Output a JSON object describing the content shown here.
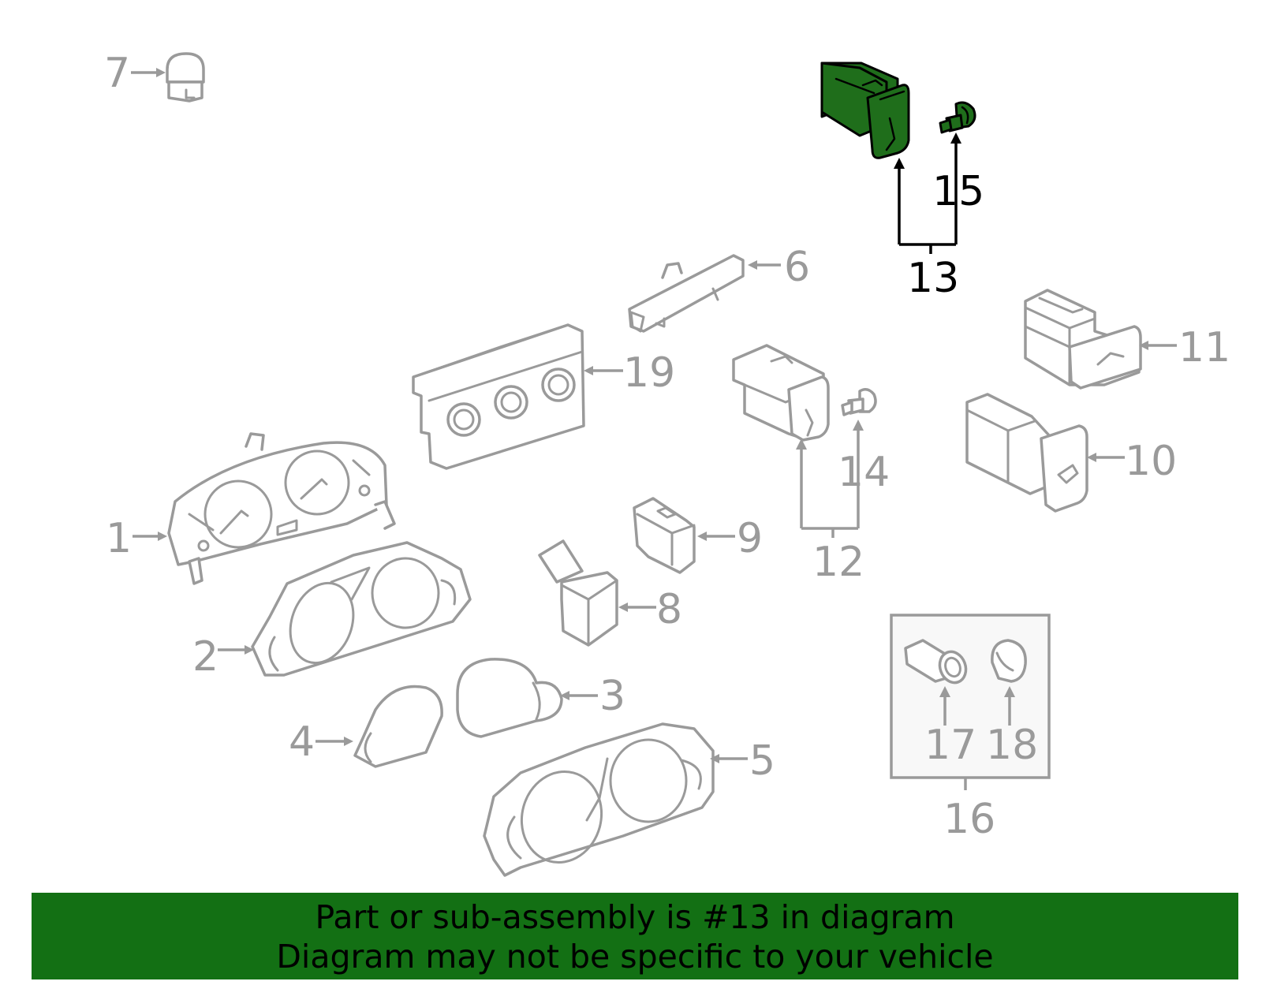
{
  "colors": {
    "highlight_fill": "#1f6e1b",
    "banner_background": "#137014",
    "part_outline": "#9a9a9a",
    "highlight_outline": "#000000"
  },
  "callouts": {
    "c1": "1",
    "c2": "2",
    "c3": "3",
    "c4": "4",
    "c5": "5",
    "c6": "6",
    "c7": "7",
    "c8": "8",
    "c9": "9",
    "c10": "10",
    "c11": "11",
    "c12": "12",
    "c13": "13",
    "c14": "14",
    "c15": "15",
    "c16": "16",
    "c17": "17",
    "c18": "18",
    "c19": "19"
  },
  "highlighted_callout": "13",
  "banner": {
    "line1": "Part or sub-assembly is #13 in diagram",
    "line2": "Diagram may not be specific to your vehicle"
  }
}
